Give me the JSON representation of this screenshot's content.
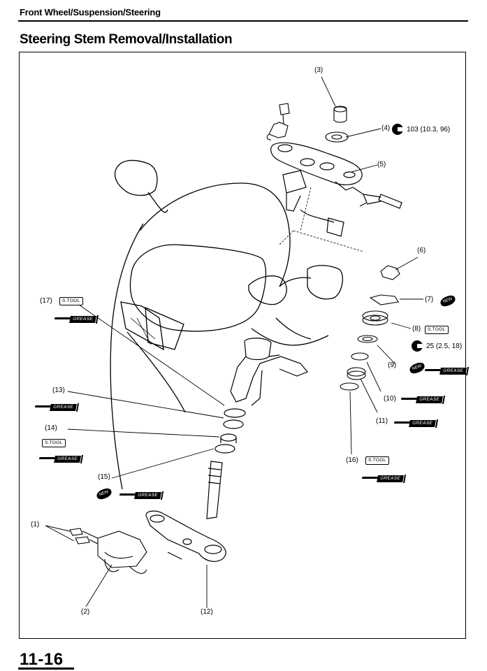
{
  "header": {
    "section": "Front Wheel/Suspension/Steering"
  },
  "page": {
    "title": "Steering Stem Removal/Installation",
    "number": "11-16"
  },
  "callouts": [
    {
      "id": "c1",
      "text": "(1)"
    },
    {
      "id": "c2",
      "text": "(2)"
    },
    {
      "id": "c3",
      "text": "(3)"
    },
    {
      "id": "c4",
      "text": "(4)"
    },
    {
      "id": "c5",
      "text": "(5)"
    },
    {
      "id": "c6",
      "text": "(6)"
    },
    {
      "id": "c7",
      "text": "(7)"
    },
    {
      "id": "c8",
      "text": "(8)"
    },
    {
      "id": "c9",
      "text": "(9)"
    },
    {
      "id": "c10",
      "text": "(10)"
    },
    {
      "id": "c11",
      "text": "(11)"
    },
    {
      "id": "c12",
      "text": "(12)"
    },
    {
      "id": "c13",
      "text": "(13)"
    },
    {
      "id": "c14",
      "text": "(14)"
    },
    {
      "id": "c15",
      "text": "(15)"
    },
    {
      "id": "c16",
      "text": "(16)"
    },
    {
      "id": "c17",
      "text": "(17)"
    }
  ],
  "torque": {
    "t4": "103 (10.3, 96)",
    "t9": "25 (2.5, 18)"
  },
  "symbols": {
    "stool": "S.TOOL",
    "grease": "GREASE",
    "new": "NEW"
  }
}
